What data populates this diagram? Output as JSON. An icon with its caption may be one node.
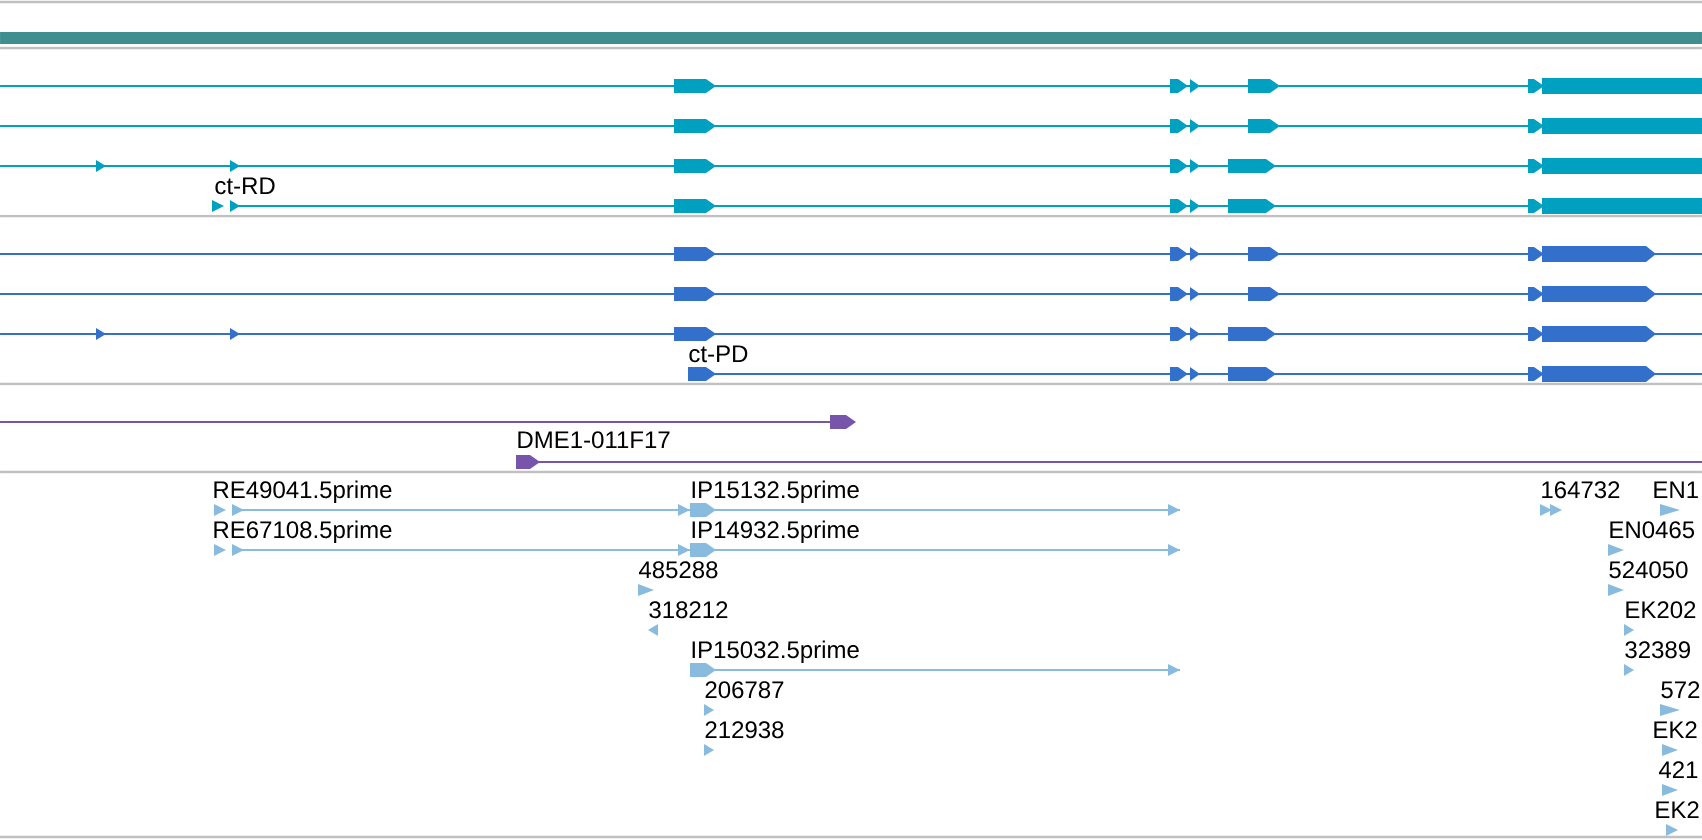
{
  "diagram": {
    "labels": [
      "ct-RD",
      "ct-PD",
      "DME1-011F17",
      "RE49041.5prime",
      "IP15132.5prime",
      "164732",
      "EN1",
      "RE67108.5prime",
      "IP14932.5prime",
      "EN0465",
      "485288",
      "524050",
      "318212",
      "EK202",
      "IP15032.5prime",
      "32389",
      "206787",
      "572",
      "212938",
      "EK2",
      "421",
      "EK2"
    ]
  }
}
